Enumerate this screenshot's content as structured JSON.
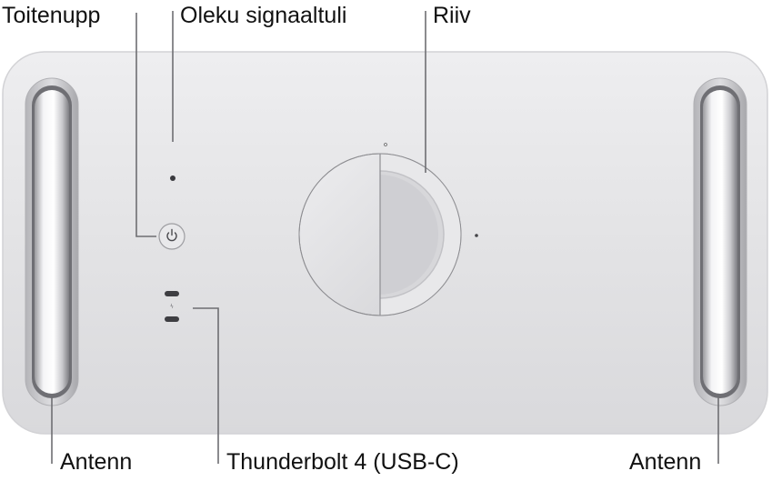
{
  "labels": {
    "power_button": "Toitenupp",
    "status_light": "Oleku signaaltuli",
    "latch": "Riiv",
    "antenna_left": "Antenn",
    "thunderbolt": "Thunderbolt 4 (USB-C)",
    "antenna_right": "Antenn"
  },
  "colors": {
    "chassis": "#e4e4e6",
    "chassis_edge": "#cfcfd2",
    "leader_line": "#6e6e72",
    "text": "#111111"
  },
  "icons": {
    "power": "power-icon",
    "thunderbolt": "thunderbolt-icon"
  }
}
